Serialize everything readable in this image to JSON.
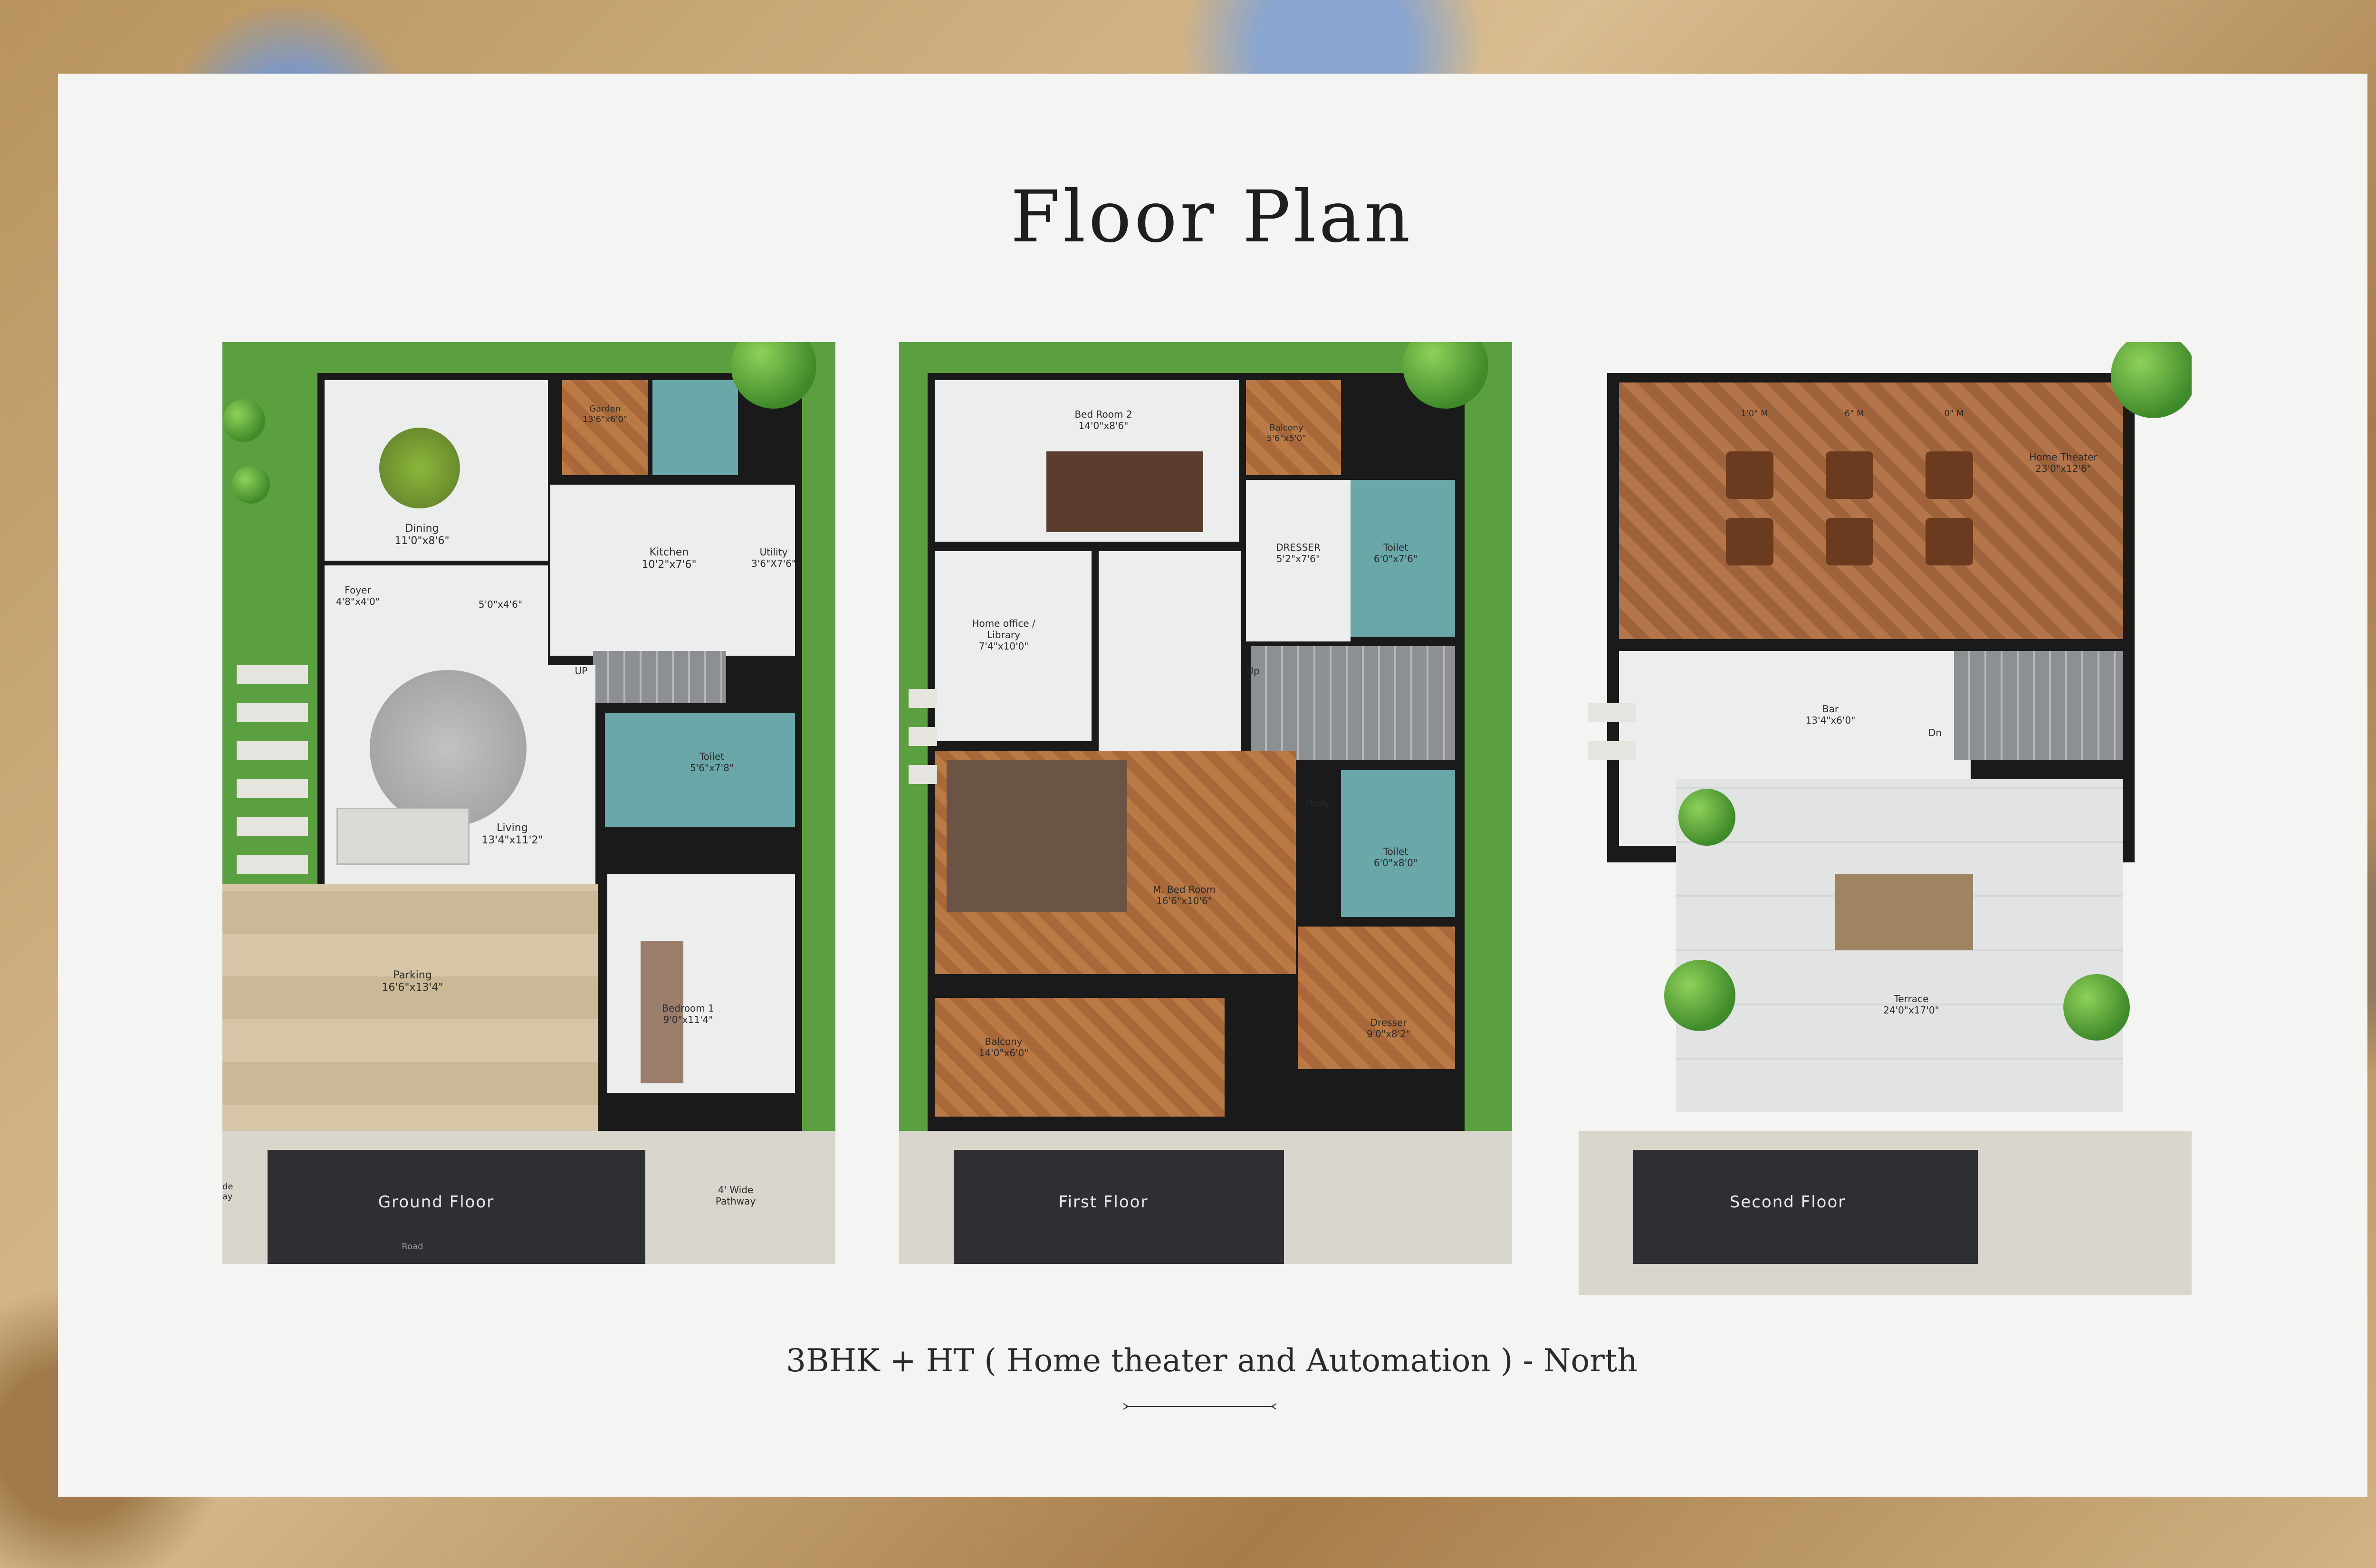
{
  "title": "Floor Plan",
  "subtitle": "3BHK + HT ( Home theater and Automation ) - North",
  "floors": [
    {
      "name": "Ground Floor",
      "rooms": {
        "garden": "Garden\n13'6\"x6'0\"",
        "dining": "Dining\n11'0\"x8'6\"",
        "kitchen": "Kitchen\n10'2\"x7'6\"",
        "utility": "Utility\n3'6\"X7'6\"",
        "foyer": "Foyer\n4'8\"x4'0\"",
        "passage": "5'0\"x4'6\"",
        "up": "UP",
        "toilet": "Toilet\n5'6\"x7'8\"",
        "living": "Living\n13'4\"x11'2\"",
        "parking": "Parking\n16'6\"x13'4\"",
        "bedroom": "Bedroom 1\n9'0\"x11'4\""
      },
      "road_labels": {
        "left_cut": "de\nay",
        "road": "Road",
        "pathway": "4' Wide\nPathway"
      }
    },
    {
      "name": "First Floor",
      "rooms": {
        "bedroom2": "Bed Room 2\n14'0\"x8'6\"",
        "balcony_top": "Balcony\n5'6\"x5'0\"",
        "dresser_top": "DRESSER\n5'2\"x7'6\"",
        "toilet_top": "Toilet\n6'0\"x7'6\"",
        "office": "Home office /\nLibrary\n7'4\"x10'0\"",
        "up": "Up",
        "master": "M. Bed Room\n16'6\"x10'6\"",
        "study": "Study",
        "toilet_bottom": "Toilet\n6'0\"x8'0\"",
        "balcony_bottom": "Balcony\n14'0\"x6'0\"",
        "dresser_bottom": "Dresser\n9'0\"x8'2\""
      }
    },
    {
      "name": "Second Floor",
      "rooms": {
        "ht_row1": "1'0\" M",
        "ht_row2": "6\" M",
        "ht_row3": "0\" M",
        "home_theater": "Home Theater\n23'0\"x12'6\"",
        "bar": "Bar\n13'4\"x6'0\"",
        "dn": "Dn",
        "terrace": "Terrace\n24'0\"x17'0\""
      }
    }
  ],
  "colors": {
    "sheet": "#f4f4f2",
    "road": "#2e2f33",
    "wall": "#1a1a1a",
    "grass": "#4f9a3a"
  }
}
